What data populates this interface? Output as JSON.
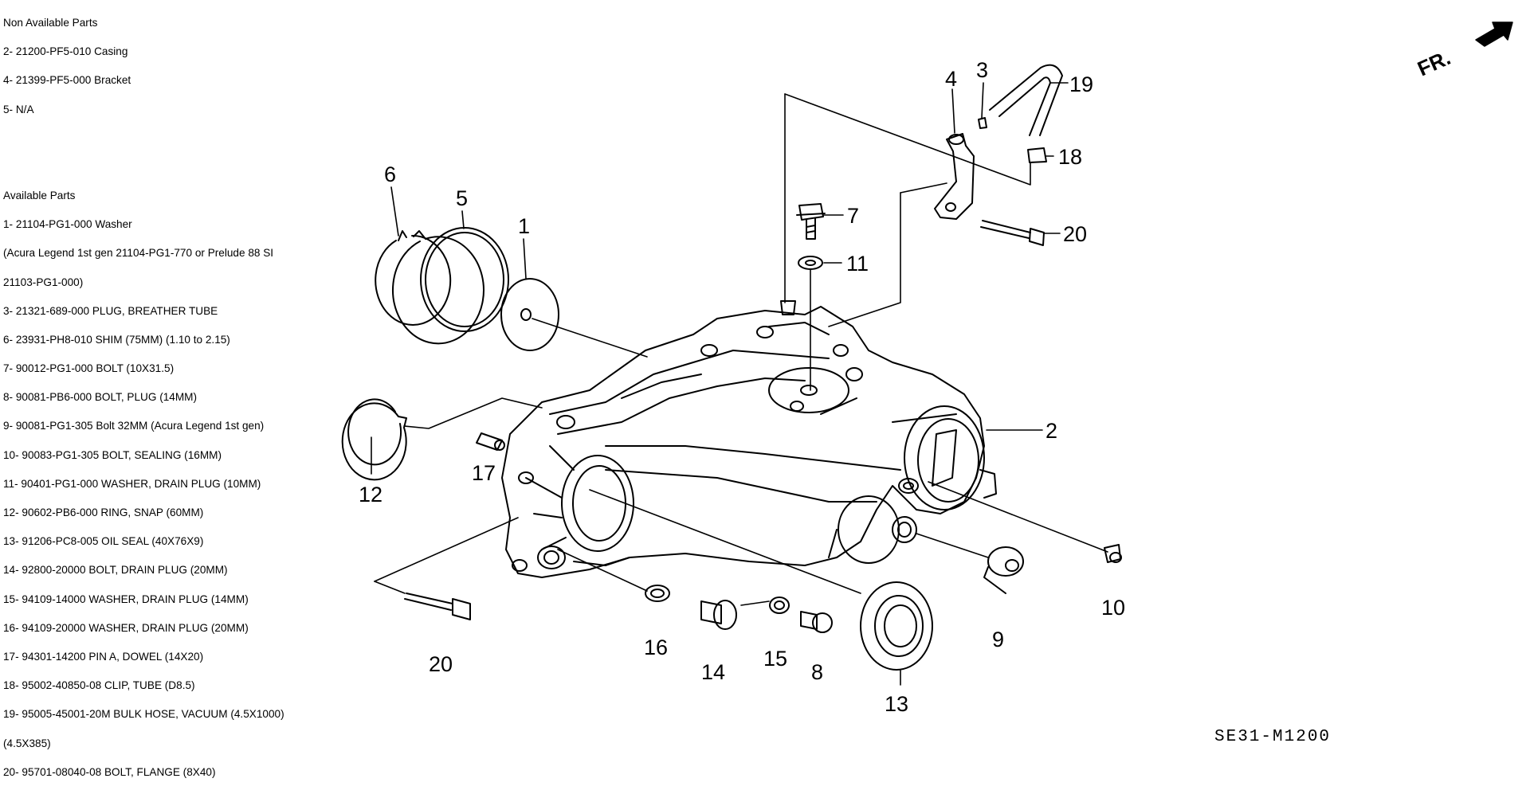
{
  "non_available": {
    "heading": "Non Available Parts",
    "items": [
      "2- 21200-PF5-010 Casing",
      "4- 21399-PF5-000 Bracket",
      "5- N/A"
    ]
  },
  "available": {
    "heading": "Available Parts",
    "items": [
      "1- 21104-PG1-000 Washer",
      "(Acura Legend 1st gen 21104-PG1-770 or Prelude 88 SI",
      "21103-PG1-000)",
      "3- 21321-689-000 PLUG, BREATHER TUBE",
      "6- 23931-PH8-010 SHIM (75MM) (1.10 to 2.15)",
      "7- 90012-PG1-000 BOLT (10X31.5)",
      "8- 90081-PB6-000 BOLT, PLUG (14MM)",
      "9- 90081-PG1-305 Bolt 32MM (Acura Legend 1st gen)",
      "10- 90083-PG1-305 BOLT, SEALING (16MM)",
      "11- 90401-PG1-000 WASHER, DRAIN PLUG (10MM)",
      "12- 90602-PB6-000 RING, SNAP (60MM)",
      "13- 91206-PC8-005 OIL SEAL (40X76X9)",
      "14- 92800-20000 BOLT, DRAIN PLUG (20MM)",
      "15- 94109-14000 WASHER, DRAIN PLUG (14MM)",
      "16- 94109-20000 WASHER, DRAIN PLUG (20MM)",
      "17- 94301-14200 PIN A, DOWEL (14X20)",
      "18- 95002-40850-08 CLIP, TUBE (D8.5)",
      "19- 95005-45001-20M BULK HOSE, VACUUM (4.5X1000)",
      "(4.5X385)",
      "20- 95701-08040-08 BOLT, FLANGE (8X40)"
    ]
  },
  "callouts": {
    "c1": "1",
    "c2": "2",
    "c3": "3",
    "c4": "4",
    "c5": "5",
    "c6": "6",
    "c7": "7",
    "c8": "8",
    "c9": "9",
    "c10": "10",
    "c11": "11",
    "c12": "12",
    "c13": "13",
    "c14": "14",
    "c15": "15",
    "c16": "16",
    "c17": "17",
    "c18": "18",
    "c19": "19",
    "c20a": "20",
    "c20b": "20"
  },
  "direction_label": "FR.",
  "diagram_code": "SE31-M1200",
  "colors": {
    "ink": "#000000",
    "paper": "#ffffff"
  }
}
